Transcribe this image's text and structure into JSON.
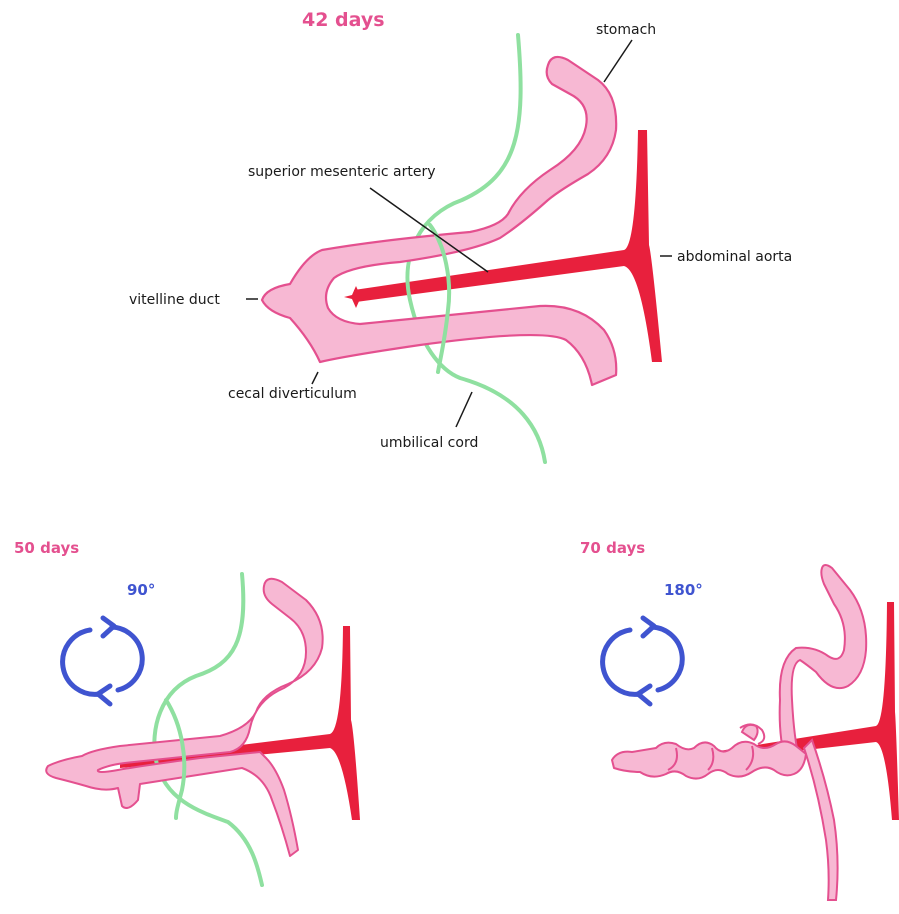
{
  "colors": {
    "intestine_fill": "#f7b8d3",
    "intestine_stroke": "#e4508f",
    "artery": "#e8203d",
    "cord": "#8fe0a0",
    "title": "#e4508f",
    "rotation": "#3f54d0",
    "label_text": "#1a1a1a"
  },
  "panels": {
    "top": {
      "title": "42 days",
      "labels": {
        "stomach": "stomach",
        "superior_mesenteric_artery": "superior mesenteric artery",
        "abdominal_aorta": "abdominal aorta",
        "vitelline_duct": "vitelline duct",
        "cecal_diverticulum": "cecal diverticulum",
        "umbilical_cord": "umbilical cord"
      }
    },
    "left": {
      "title": "50 days",
      "rotation": "90°",
      "icon": "rotation-arrows-icon"
    },
    "right": {
      "title": "70 days",
      "rotation": "180°",
      "icon": "rotation-arrows-icon"
    }
  }
}
